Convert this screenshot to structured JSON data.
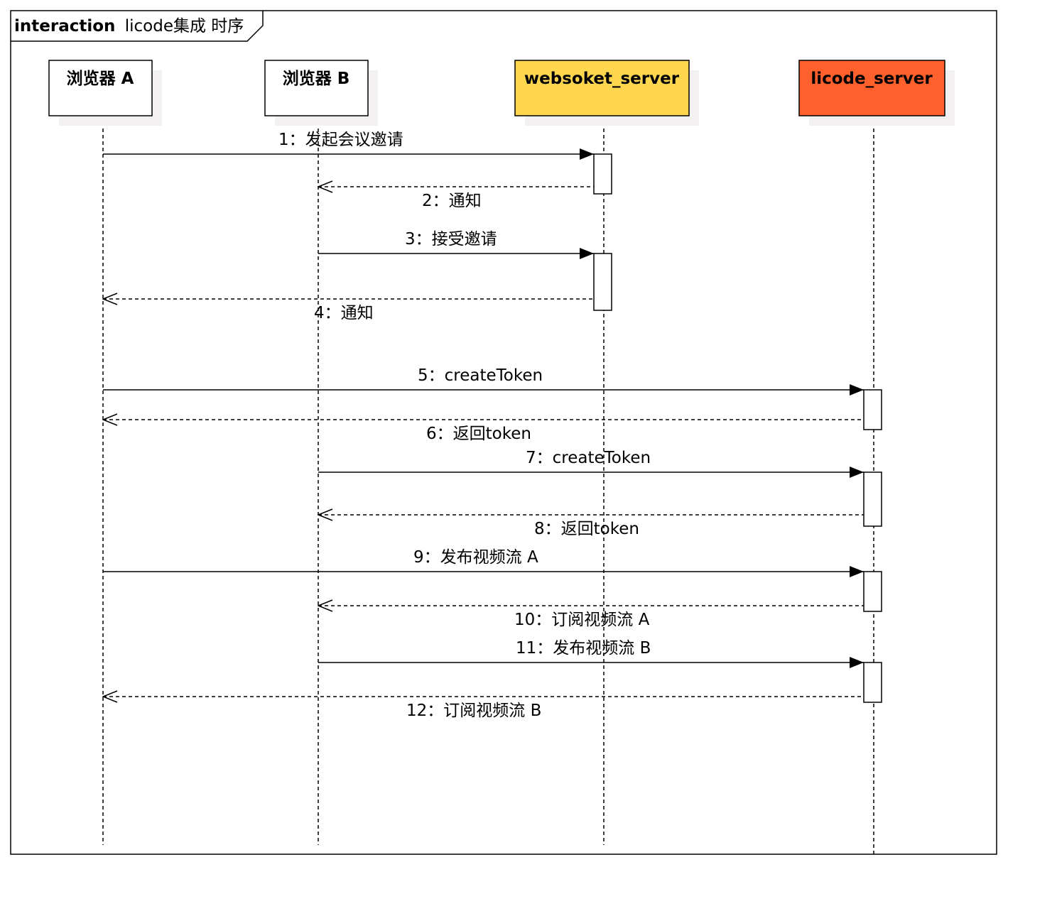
{
  "frame": {
    "keyword": "interaction",
    "name": "licode集成 时序"
  },
  "participants": [
    {
      "id": "a",
      "label": "浏览器 A",
      "fill": "#ffffff"
    },
    {
      "id": "b",
      "label": "浏览器 B",
      "fill": "#ffffff"
    },
    {
      "id": "ws",
      "label": "websoket_server",
      "fill": "#ffd74f"
    },
    {
      "id": "lc",
      "label": "licode_server",
      "fill": "#ff602c"
    }
  ],
  "messages": [
    {
      "label": "1：发起会议邀请",
      "from": "a",
      "to": "ws",
      "kind": "sync"
    },
    {
      "label": "2：通知",
      "from": "ws",
      "to": "b",
      "kind": "return"
    },
    {
      "label": "3：接受邀请",
      "from": "b",
      "to": "ws",
      "kind": "sync"
    },
    {
      "label": "4：通知",
      "from": "ws",
      "to": "a",
      "kind": "return"
    },
    {
      "label": "5：createToken",
      "from": "a",
      "to": "lc",
      "kind": "sync"
    },
    {
      "label": "6：返回token",
      "from": "lc",
      "to": "a",
      "kind": "return"
    },
    {
      "label": "7：createToken",
      "from": "b",
      "to": "lc",
      "kind": "sync"
    },
    {
      "label": "8：返回token",
      "from": "lc",
      "to": "b",
      "kind": "return"
    },
    {
      "label": "9：发布视频流 A",
      "from": "a",
      "to": "lc",
      "kind": "sync"
    },
    {
      "label": "10：订阅视频流 A",
      "from": "lc",
      "to": "b",
      "kind": "return"
    },
    {
      "label": "11：发布视频流 B",
      "from": "b",
      "to": "lc",
      "kind": "sync"
    },
    {
      "label": "12：订阅视频流 B",
      "from": "lc",
      "to": "a",
      "kind": "return"
    }
  ]
}
